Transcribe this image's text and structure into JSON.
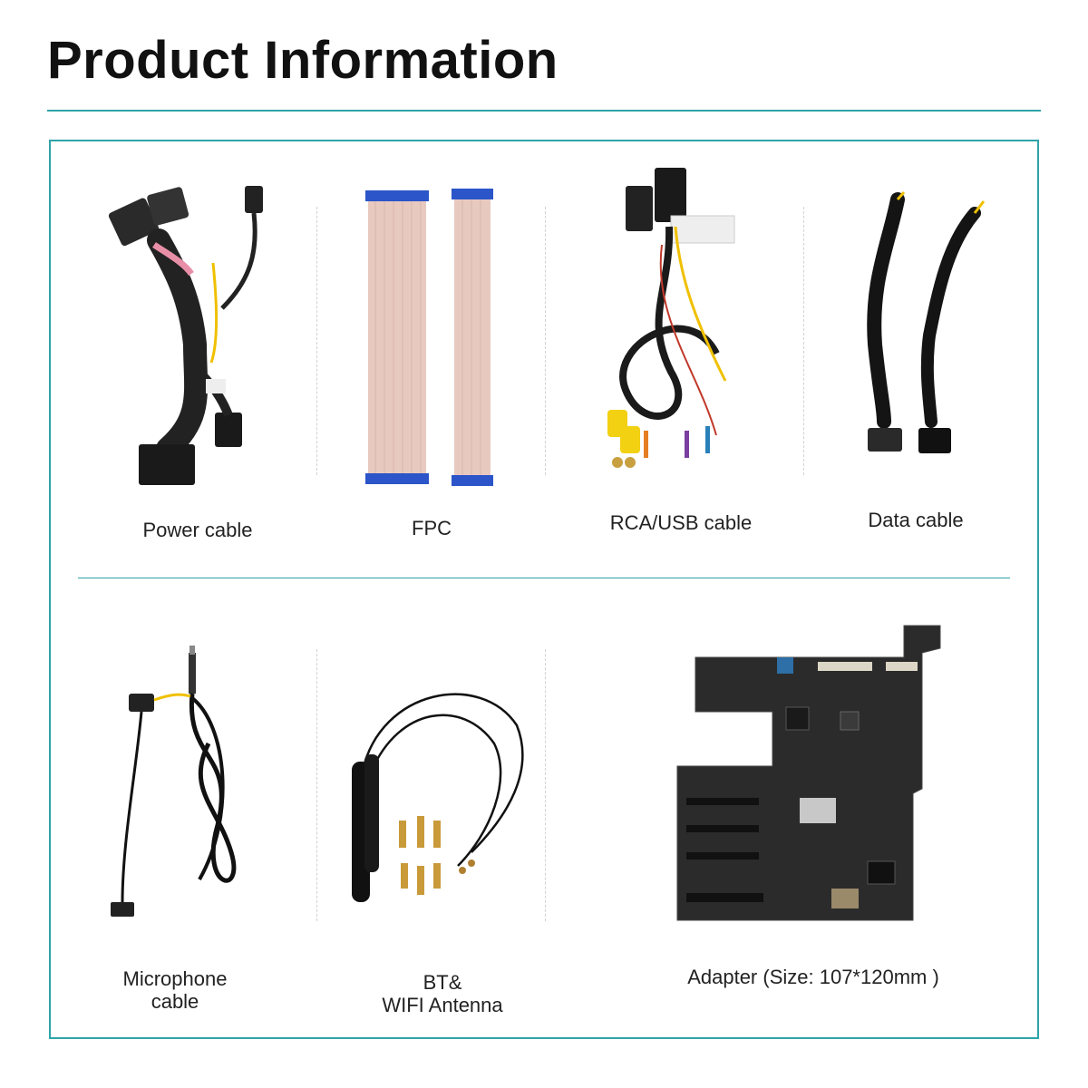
{
  "page": {
    "title": "Product Information"
  },
  "items": [
    {
      "label": "Power cable",
      "icon": "power-cable-icon"
    },
    {
      "label": "FPC",
      "icon": "fpc-ribbon-icon"
    },
    {
      "label": "RCA/USB cable",
      "icon": "rca-usb-cable-icon"
    },
    {
      "label": "Data cable",
      "icon": "data-cable-icon"
    },
    {
      "label_line1": "Microphone",
      "label_line2": "cable",
      "icon": "microphone-cable-icon"
    },
    {
      "label_line1": "BT&",
      "label_line2": "WIFI Antenna",
      "icon": "antenna-icon"
    },
    {
      "label": "Adapter (Size: 107*120mm )",
      "icon": "adapter-board-icon"
    }
  ],
  "colors": {
    "accent": "#2fa4a8",
    "text": "#222222"
  }
}
